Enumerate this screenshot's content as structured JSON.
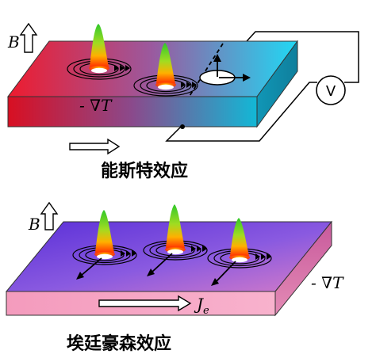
{
  "top_panel": {
    "field_label": "B",
    "gradient_label": "- ∇T",
    "voltmeter_label": "V",
    "caption": "能斯特效应"
  },
  "bottom_panel": {
    "field_label": "B",
    "gradient_label": "- ∇T",
    "current_label": "J",
    "current_subscript": "e",
    "caption": "埃廷豪森效应"
  },
  "colors": {
    "hot": "#ee1b2e",
    "cold": "#20d8f4",
    "top_slab_mid": "#9a5a9f",
    "bottom_slab_top_left": "#5a2fd8",
    "bottom_slab_top_right": "#c26fd0",
    "bottom_slab_front": "#f7a6c4",
    "peak_green": "#2fc82a",
    "peak_red": "#ff3300"
  }
}
